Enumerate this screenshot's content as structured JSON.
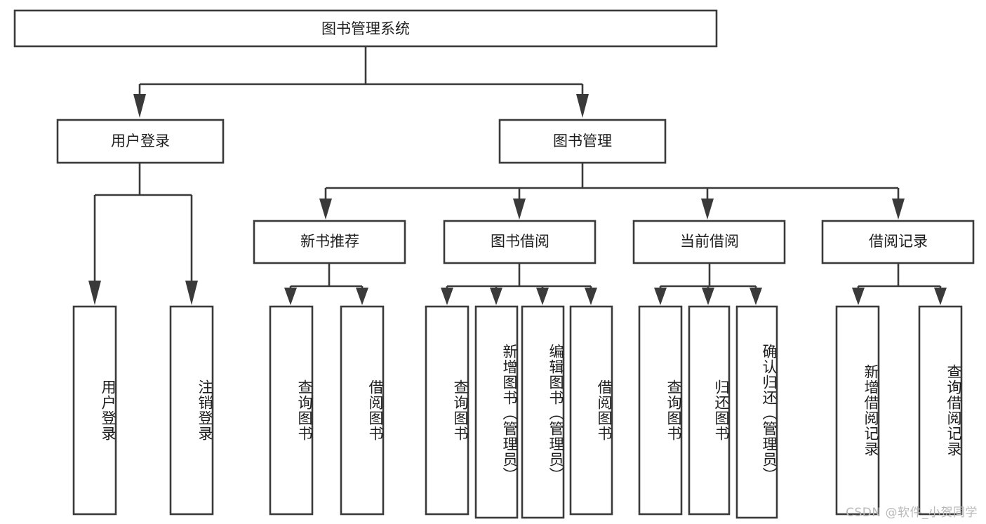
{
  "diagram": {
    "type": "tree-flowchart",
    "title": "图书管理系统",
    "watermark": "CSDN @软件_小贺同学",
    "colors": {
      "box_stroke": "#3a3a3a",
      "box_fill": "#ffffff",
      "text": "#1d1d1d",
      "background": "#ffffff",
      "watermark": "#b9b9b9"
    },
    "levels": {
      "root": {
        "label": "图书管理系统"
      },
      "level2": [
        {
          "id": "user-login",
          "label": "用户登录"
        },
        {
          "id": "book-manage",
          "label": "图书管理"
        }
      ],
      "level3": [
        {
          "id": "new-book-recommend",
          "label": "新书推荐",
          "parent": "book-manage"
        },
        {
          "id": "book-borrow",
          "label": "图书借阅",
          "parent": "book-manage"
        },
        {
          "id": "current-borrow",
          "label": "当前借阅",
          "parent": "book-manage"
        },
        {
          "id": "borrow-record",
          "label": "借阅记录",
          "parent": "book-manage"
        }
      ],
      "leaves": [
        {
          "id": "leaf-user-login",
          "label": "用户登录",
          "parent": "user-login"
        },
        {
          "id": "leaf-logout",
          "label": "注销登录",
          "parent": "user-login"
        },
        {
          "id": "leaf-query-book-1",
          "label": "查询图书",
          "parent": "new-book-recommend"
        },
        {
          "id": "leaf-borrow-book-1",
          "label": "借阅图书",
          "parent": "new-book-recommend"
        },
        {
          "id": "leaf-query-book-2",
          "label": "查询图书",
          "parent": "book-borrow"
        },
        {
          "id": "leaf-add-book",
          "label": "新增图书（管理员）",
          "parent": "book-borrow"
        },
        {
          "id": "leaf-edit-book",
          "label": "编辑图书（管理员）",
          "parent": "book-borrow"
        },
        {
          "id": "leaf-borrow-book-2",
          "label": "借阅图书",
          "parent": "book-borrow"
        },
        {
          "id": "leaf-query-book-3",
          "label": "查询图书",
          "parent": "current-borrow"
        },
        {
          "id": "leaf-return-book",
          "label": "归还图书",
          "parent": "current-borrow"
        },
        {
          "id": "leaf-confirm-return",
          "label": "确认归还（管理员）",
          "parent": "current-borrow"
        },
        {
          "id": "leaf-add-record",
          "label": "新增借阅记录",
          "parent": "borrow-record"
        },
        {
          "id": "leaf-query-record",
          "label": "查询借阅记录",
          "parent": "borrow-record"
        }
      ]
    }
  }
}
